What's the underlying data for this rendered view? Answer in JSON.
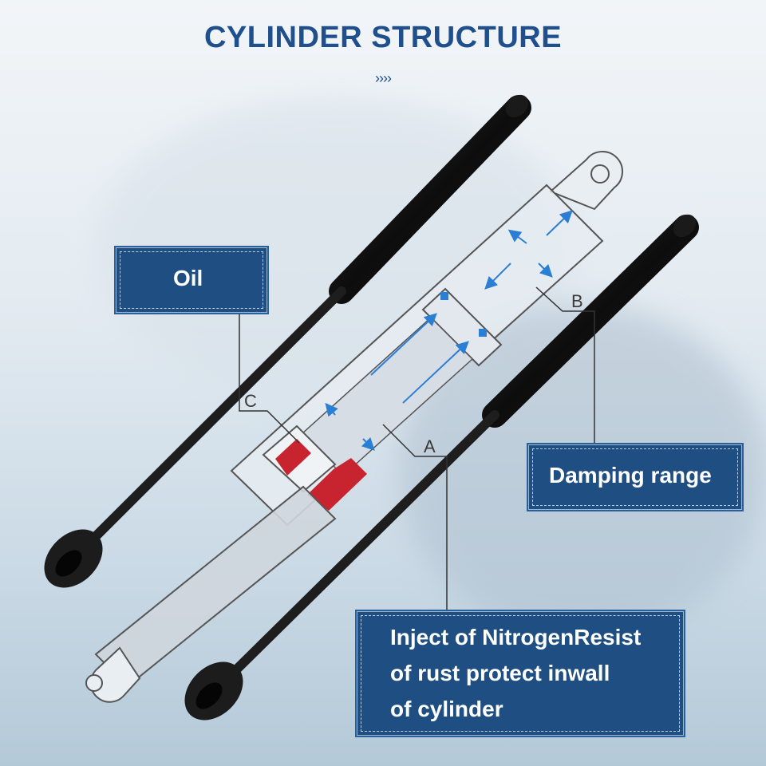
{
  "title": "CYLINDER STRUCTURE",
  "chevrons": "››››",
  "labels": {
    "oil": "Oil",
    "damping": "Damping range",
    "nitrogen_line1": "Inject of NitrogenResist",
    "nitrogen_line2": "of rust protect inwall",
    "nitrogen_line3": "of cylinder"
  },
  "markers": {
    "a": "A",
    "b": "B",
    "c": "C"
  },
  "colors": {
    "title": "#1f4f8c",
    "box": "#1f4f82",
    "arrow": "#2a7fd4",
    "seal": "#c8242f"
  }
}
